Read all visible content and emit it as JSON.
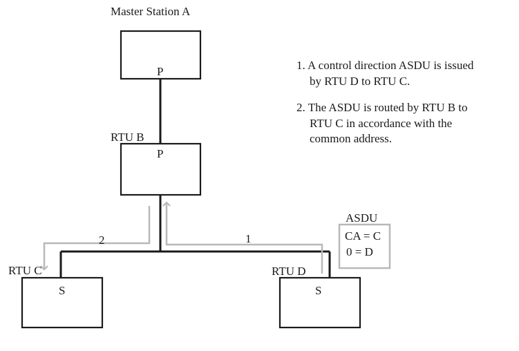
{
  "stations": {
    "master": {
      "label": "Master Station A",
      "port": "P"
    },
    "rtu_b": {
      "label": "RTU B",
      "port": "P"
    },
    "rtu_c": {
      "label": "RTU  C",
      "port": "S"
    },
    "rtu_d": {
      "label": "RTU  D",
      "port": "S"
    }
  },
  "paths": {
    "path_1": {
      "label": "1"
    },
    "path_2": {
      "label": "2"
    }
  },
  "asdu": {
    "title": "ASDU",
    "line1": "CA = C",
    "line2": "0 = D"
  },
  "notes": [
    {
      "line1": "1. A control direction ASDU is issued",
      "line2": "by RTU D to RTU C.",
      "line3": ""
    },
    {
      "line1": "2. The ASDU is routed by RTU B to",
      "line2": "RTU C in accordance with the",
      "line3": "common address."
    }
  ],
  "colors": {
    "line": "#1a1a1a",
    "route": "#b8b8b8"
  }
}
